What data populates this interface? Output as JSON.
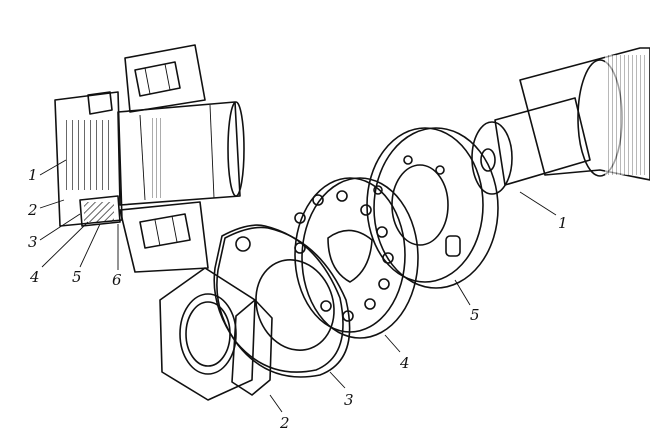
{
  "labels": {
    "section_left": [
      "1",
      "2",
      "3",
      "4",
      "5",
      "6"
    ],
    "exploded": [
      "1",
      "5",
      "4",
      "3",
      "2"
    ]
  },
  "colors": {
    "ink": "#111111",
    "paper": "#ffffff"
  }
}
